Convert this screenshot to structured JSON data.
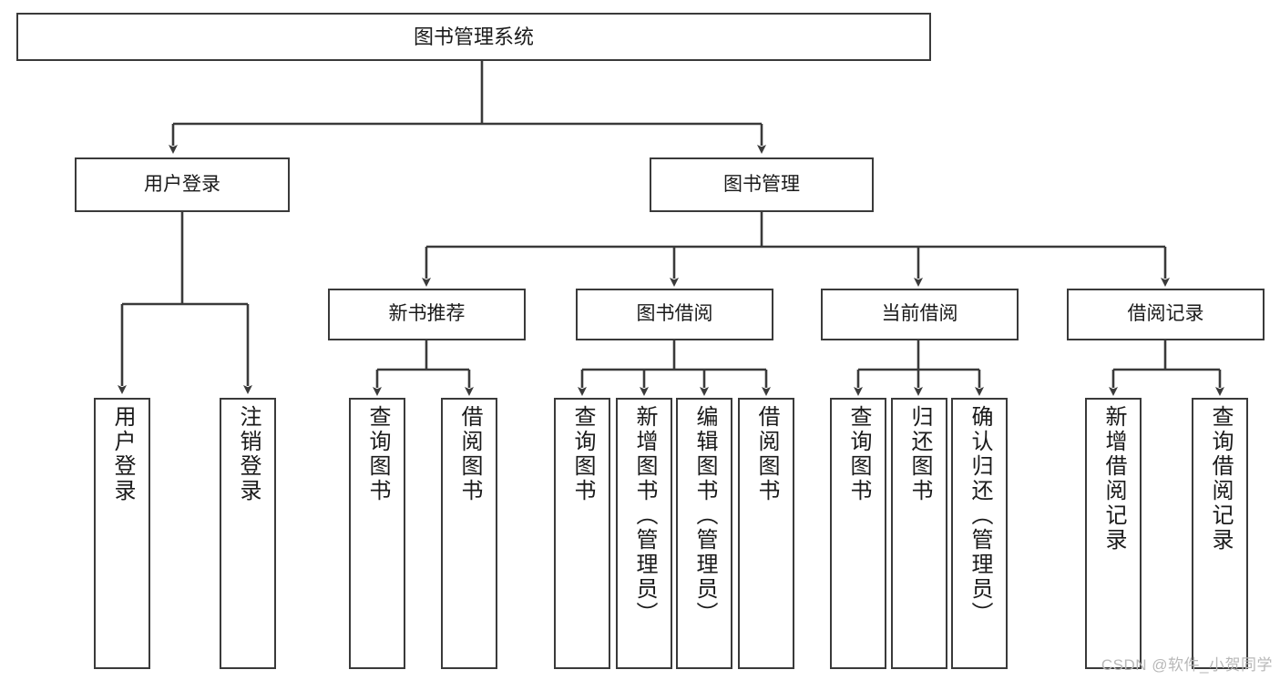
{
  "diagram": {
    "type": "tree-hierarchy-chart",
    "title": "图书管理系统",
    "watermark": "CSDN @软件_小贺同学",
    "line_color": "#3a3a3a",
    "box_fill": "#ffffff",
    "text_color": "#1a1a1a",
    "levels": {
      "level1": [
        {
          "id": "root",
          "label": "图书管理系统"
        }
      ],
      "level2": [
        {
          "id": "user-login",
          "label": "用户登录",
          "parent": "root"
        },
        {
          "id": "book-management",
          "label": "图书管理",
          "parent": "root"
        }
      ],
      "level3": [
        {
          "id": "new-book-recommend",
          "label": "新书推荐",
          "parent": "book-management"
        },
        {
          "id": "book-borrow",
          "label": "图书借阅",
          "parent": "book-management"
        },
        {
          "id": "current-borrow",
          "label": "当前借阅",
          "parent": "book-management"
        },
        {
          "id": "borrow-record",
          "label": "借阅记录",
          "parent": "book-management"
        }
      ],
      "leaves": [
        {
          "id": "leaf-user-login",
          "label": "用户登录",
          "parent": "user-login"
        },
        {
          "id": "leaf-logout-login",
          "label": "注销登录",
          "parent": "user-login"
        },
        {
          "id": "leaf-query-book-1",
          "label": "查询图书",
          "parent": "new-book-recommend"
        },
        {
          "id": "leaf-borrow-book-1",
          "label": "借阅图书",
          "parent": "new-book-recommend"
        },
        {
          "id": "leaf-query-book-2",
          "label": "查询图书",
          "parent": "book-borrow"
        },
        {
          "id": "leaf-add-book",
          "label": "新增图书（管理员）",
          "parent": "book-borrow"
        },
        {
          "id": "leaf-edit-book",
          "label": "编辑图书（管理员）",
          "parent": "book-borrow"
        },
        {
          "id": "leaf-borrow-book-2",
          "label": "借阅图书",
          "parent": "book-borrow"
        },
        {
          "id": "leaf-query-book-3",
          "label": "查询图书",
          "parent": "current-borrow"
        },
        {
          "id": "leaf-return-book",
          "label": "归还图书",
          "parent": "current-borrow"
        },
        {
          "id": "leaf-confirm-return",
          "label": "确认归还（管理员）",
          "parent": "current-borrow"
        },
        {
          "id": "leaf-add-record",
          "label": "新增借阅记录",
          "parent": "borrow-record"
        },
        {
          "id": "leaf-query-record",
          "label": "查询借阅记录",
          "parent": "borrow-record"
        }
      ]
    }
  }
}
